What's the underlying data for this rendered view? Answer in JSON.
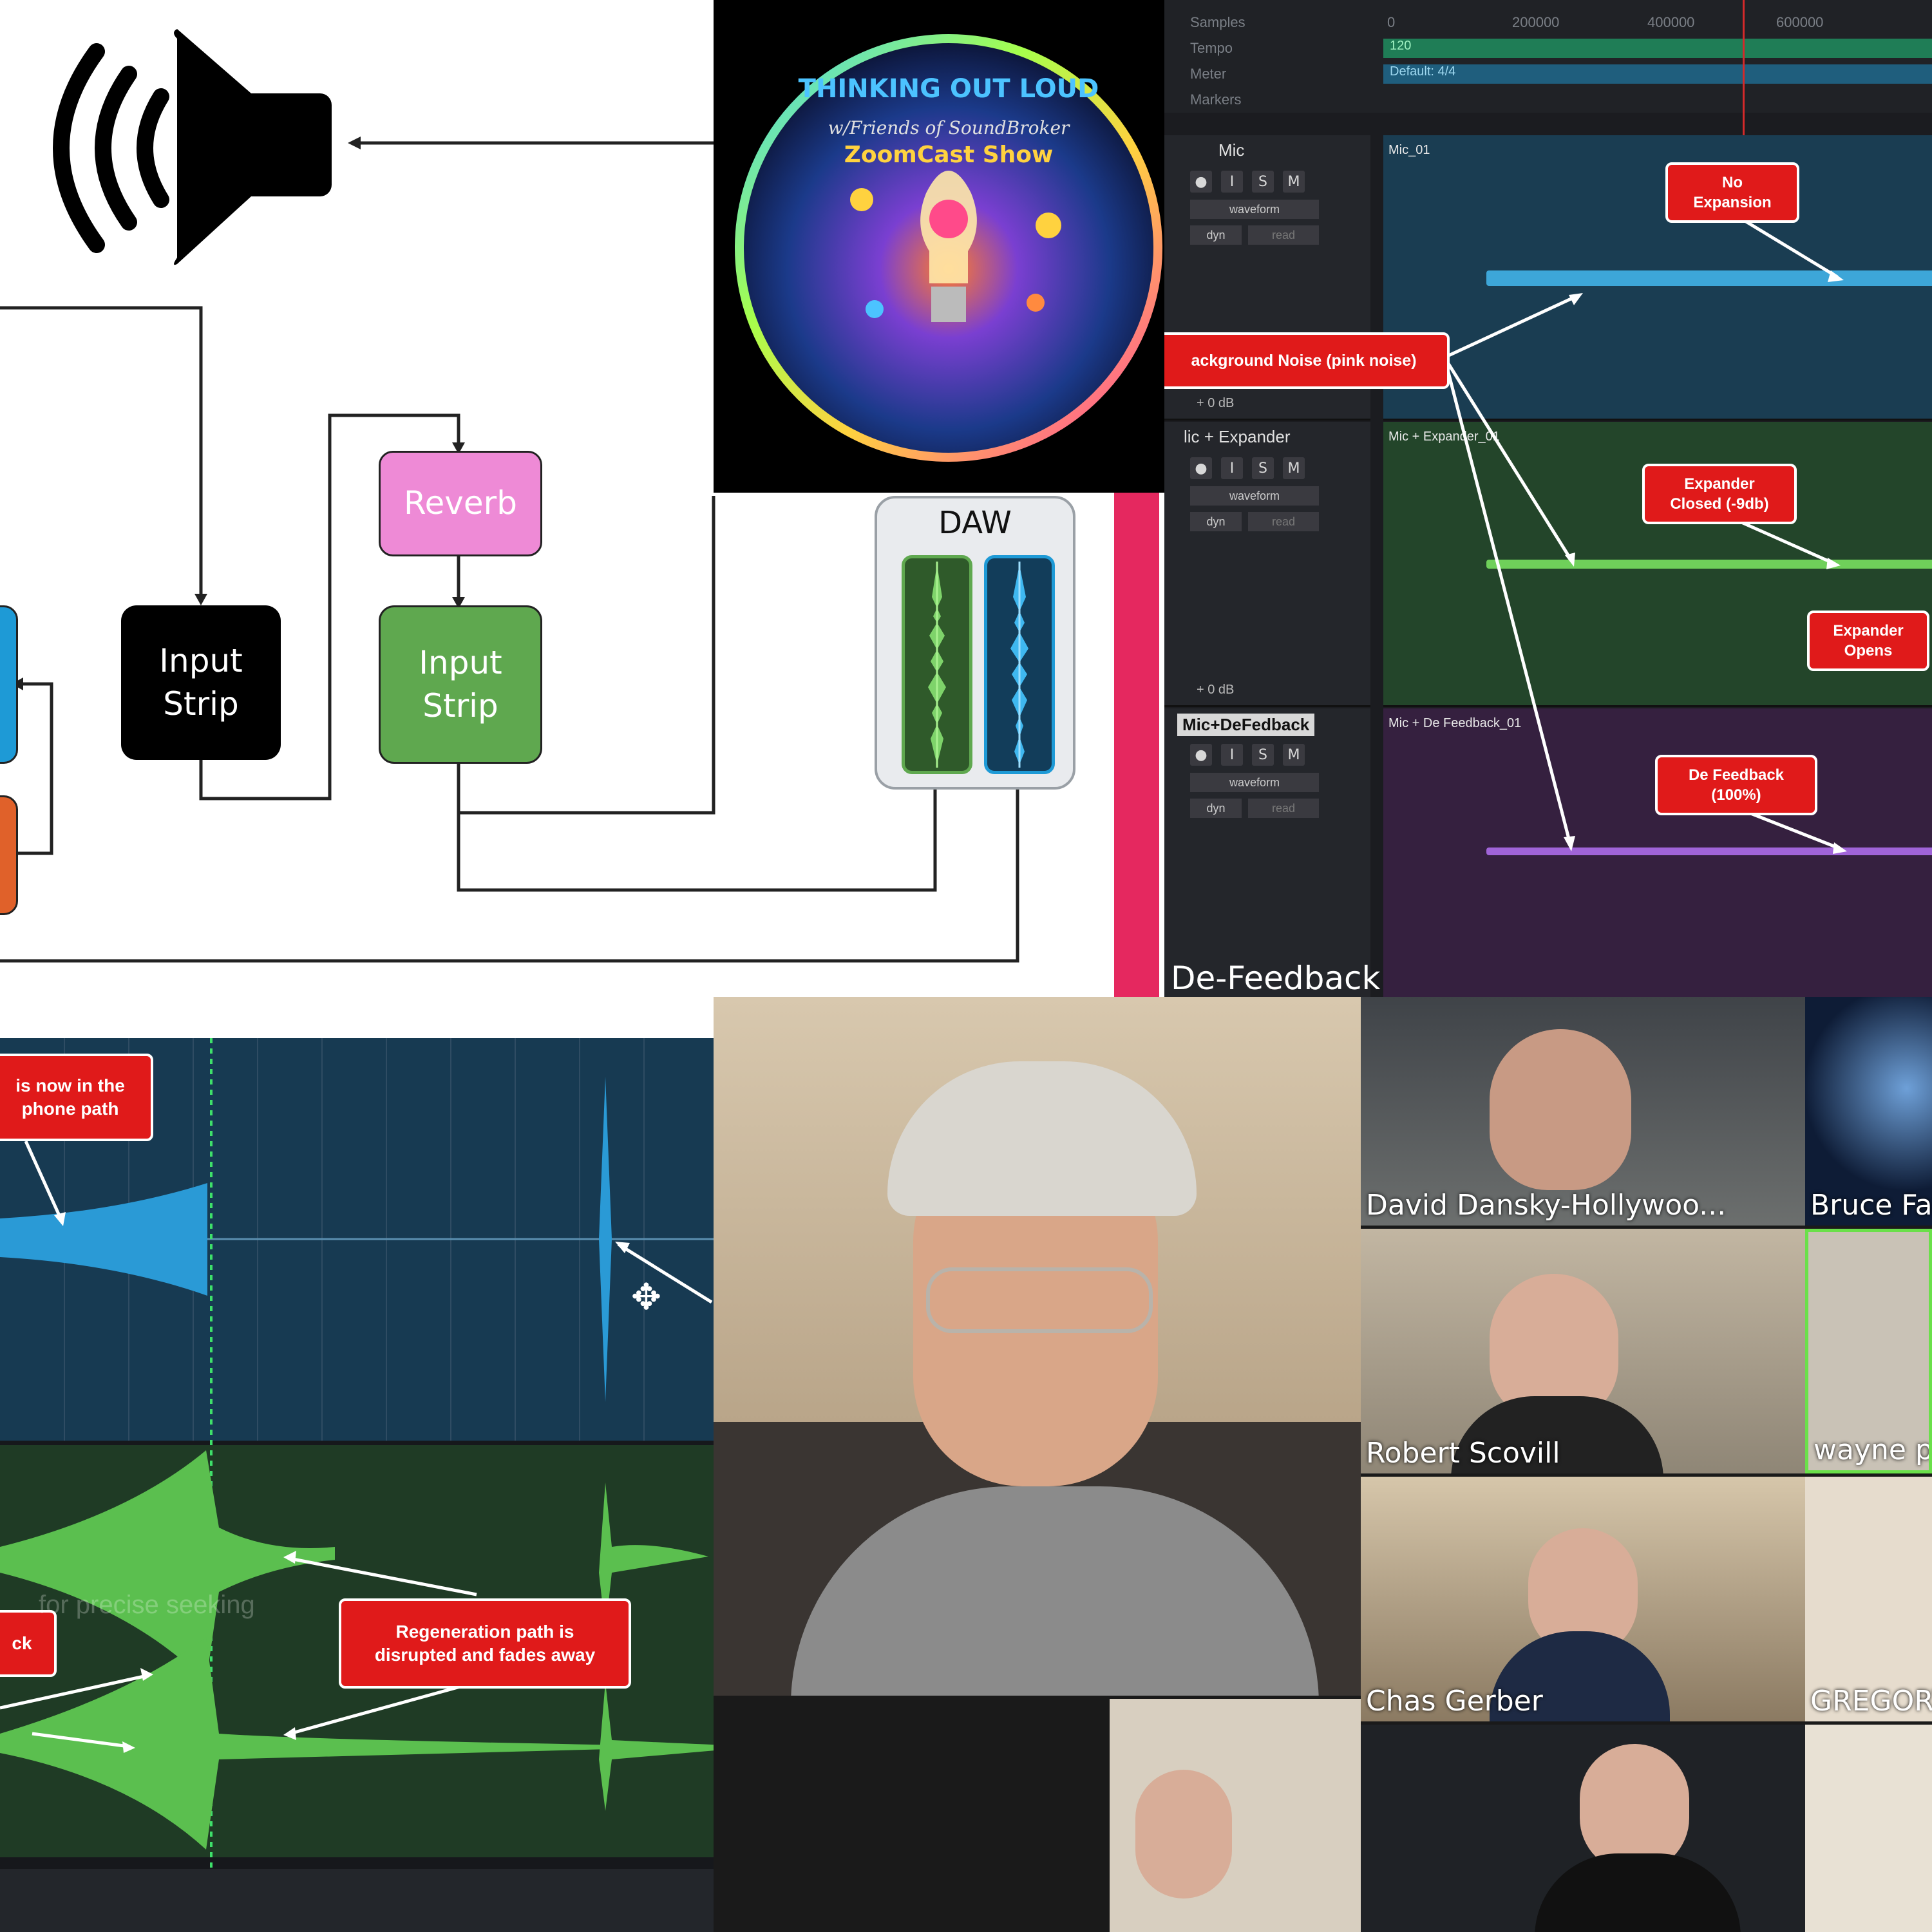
{
  "diagram": {
    "reverb_label": "Reverb",
    "input_strip_black_label": "Input\nStrip",
    "input_strip_green_label": "Input\nStrip",
    "daw_label": "DAW",
    "colors": {
      "reverb": "#ee8ad6",
      "green_strip": "#5fa84f",
      "black_strip": "#000000",
      "blue_box": "#1e9ad6",
      "orange_box": "#e0612a",
      "pink_bar": "#e5285f"
    }
  },
  "logo": {
    "title": "THINKING OUT LOUD",
    "subtitle": "w/Friends of SoundBroker",
    "show": "ZoomCast Show"
  },
  "daw": {
    "ruler": {
      "row_labels": [
        "Samples",
        "Tempo",
        "Meter",
        "Markers"
      ],
      "sample_ticks": [
        "0",
        "200000",
        "400000",
        "600000"
      ],
      "tempo_value": "120",
      "meter_value": "Default: 4/4"
    },
    "tracks": [
      {
        "name": "Mic",
        "region": "Mic_01",
        "waveform_label": "waveform",
        "dyn": "dyn",
        "read": "read",
        "gain": "+ 0 dB"
      },
      {
        "name": "lic + Expander",
        "region": "Mic + Expander_01",
        "waveform_label": "waveform",
        "dyn": "dyn",
        "read": "read",
        "gain": "+ 0 dB"
      },
      {
        "name": "Mic+DeFedback",
        "region": "Mic + De Feedback_01",
        "waveform_label": "waveform",
        "dyn": "dyn",
        "read": "read"
      }
    ],
    "track_buttons": [
      "I",
      "S",
      "M"
    ],
    "annotations": {
      "no_expansion": "No\nExpansion",
      "background_noise": "ackground Noise (pink noise)",
      "expander_closed": "Expander\nClosed (-9db)",
      "expander_opens": "Expander\nOpens",
      "de_feedback": "De Feedback\n(100%)"
    },
    "caption": "De-Feedback"
  },
  "waveform_panel": {
    "label_top": "is now in the\nphone path",
    "label_left": "ck",
    "label_regen": "Regeneration path is\ndisrupted and fades away",
    "seek_hint": "for precise seeking"
  },
  "participants": [
    {
      "name": "David Dansky-Hollywoo..."
    },
    {
      "name": "Bruce Fall"
    },
    {
      "name": "Robert Scovill"
    },
    {
      "name": "wayne pi"
    },
    {
      "name": "Chas Gerber"
    },
    {
      "name": "GREGORY"
    }
  ]
}
